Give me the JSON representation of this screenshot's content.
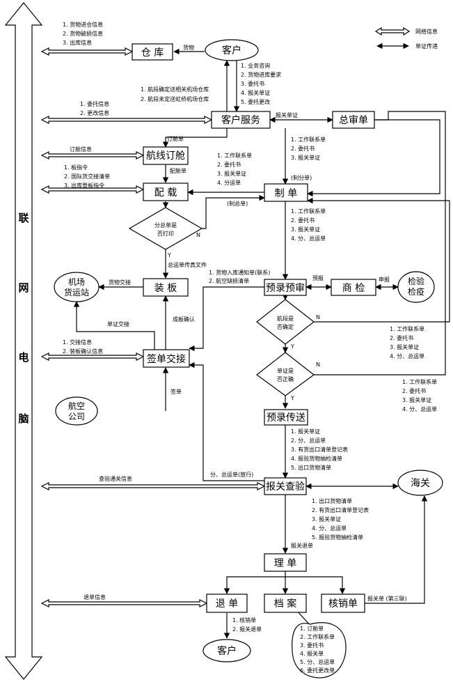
{
  "sidebar": [
    "联",
    "网",
    "电",
    "脑"
  ],
  "legend": {
    "network": "网络信息",
    "document": "单证传递"
  },
  "nodes": {
    "kehu_top": "客户",
    "cangku": "仓  库",
    "kehu_fuwu": "客户服务",
    "zongshen": "总审单",
    "hangxian": "航线订舱",
    "peizai": "配  载",
    "zhidan": "制  单",
    "fenzong": [
      "分总单是",
      "否打印"
    ],
    "jichang": [
      "机场",
      "货运站"
    ],
    "zhuangban": "装  板",
    "yulu_yushen": "预录预审",
    "shangjian": "商  检",
    "jianyan": [
      "检验",
      "检疫"
    ],
    "hangban_d": [
      "航段是",
      "否确定"
    ],
    "qiandan": "签单交接",
    "danzheng_d": [
      "单证是",
      "否正确"
    ],
    "hangkong": [
      "航空",
      "公司"
    ],
    "yulu_chuan": "预录传送",
    "baoguan": "报关查验",
    "haiguan": "海关",
    "lidan": "理  单",
    "tuidan": "退  单",
    "dangan": "档  案",
    "hexiao": "核销单",
    "kehu_bottom": "客户"
  },
  "labels": {
    "cangku_info": [
      "1. 货物进仓信息",
      "2. 货物破损信息",
      "3. 出库信息"
    ],
    "huowu": "货物",
    "kehu_req": [
      "1. 业务咨询",
      "2. 货物进库要求",
      "3. 委托书",
      "4. 报关单证",
      "5. 委托更改"
    ],
    "hangduan": [
      "1. 航段确定送相关机场仓库",
      "2. 航段未定送虹桥机场仓库"
    ],
    "weituo_info": [
      "1. 委托信息",
      "2. 更改信息"
    ],
    "baoguan_dz": "报关单证",
    "dingcang_dan": "订舱单",
    "dingcang_info": "订舱信息",
    "fuwu_zhidan": [
      "1. 工作联系单",
      "2. 委托书",
      "3. 报关单证"
    ],
    "peizai_info": [
      "1. 板指令",
      "2. 国际货交接清单",
      "3. 出库登板指令"
    ],
    "peizai_dan": "配舱单",
    "peizai_zhidan": [
      "1. 工作联系单",
      "2. 委托书",
      "3. 报关单证",
      "4. 分运单"
    ],
    "zhi_fendan": "(制分单)",
    "zhi_zongdan": "(制总单)",
    "zhidan_yulu": [
      "1. 工作联系单",
      "2. 委托书",
      "3. 报关单证",
      "4. 分、总运单"
    ],
    "n_mark": "N",
    "y_mark": "Y",
    "zongdan_file": "总运单传真文件",
    "huowu_jiaojie": "货物交接",
    "yulu_left": [
      "1. 货物入库通知单(联系)",
      "2. 航空缺损清单"
    ],
    "yubao": "预报",
    "shenbao": "申报",
    "hangban_n": [
      "1. 工作联系单",
      "2. 委托书",
      "3. 报关单证",
      "4. 分、总运单"
    ],
    "danzheng_n": [
      "1. 工作联系单",
      "2. 委托书",
      "3. 报关单证",
      "4. 分、总运单"
    ],
    "danzheng_jiaojie": "单证交接",
    "chengban": "成板确认",
    "qiandan_info": [
      "1. 交接信息",
      "2. 装板确认信息"
    ],
    "qiandan": "签单",
    "chuan_bg": [
      "1. 报关单证",
      "2. 分、总运单",
      "3. 有货出口清单登记表",
      "4. 报验货物抽检清单",
      "5. 出口货物清单"
    ],
    "fenzong_fx": "分、总运单(放行)",
    "chayan_info": "查验通关信息",
    "haiguan_docs": [
      "1. 出口货物清单",
      "2. 有货出口清单登记表",
      "3. 报关单证",
      "4. 分、总运单",
      "5. 报验货物抽检清单"
    ],
    "baoguan_tui": "报关退单",
    "tuidan_info": "退单信息",
    "baoguan_san": "报关单 (第三联)",
    "tuidan_docs": [
      "1. 核销单",
      "2. 报关退单"
    ],
    "dangan_docs": [
      "1. 订舱单",
      "2. 工作联系单",
      "3. 委托书",
      "4. 报关单",
      "5. 分、总运单",
      "6. 委托更改单"
    ]
  }
}
